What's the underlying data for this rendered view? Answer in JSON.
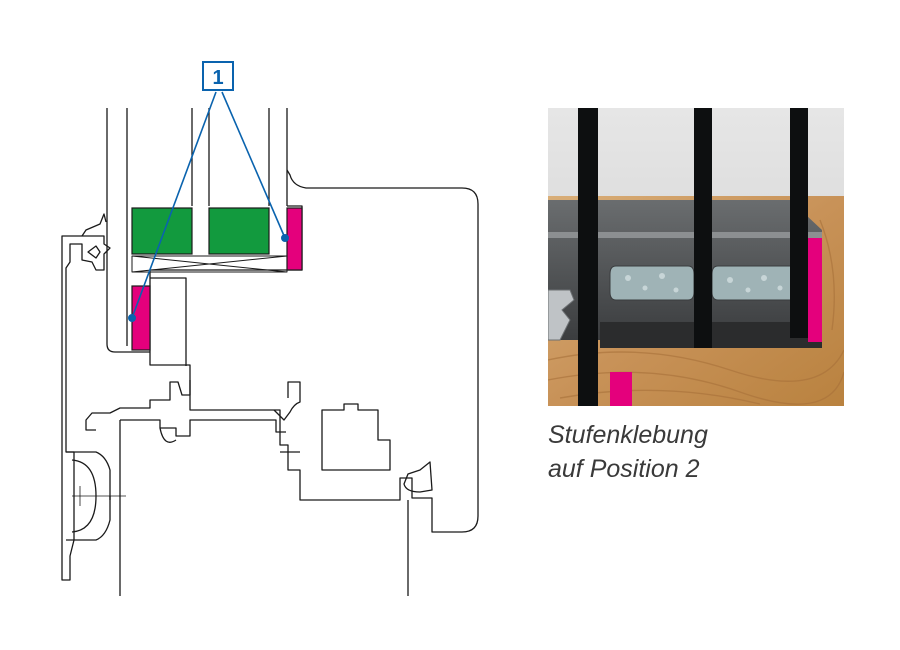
{
  "callout": {
    "label": "1"
  },
  "caption": {
    "line1": "Stufenklebung",
    "line2": "auf Position 2"
  },
  "colors": {
    "adhesive": "#e4007c",
    "spacer": "#129a3e",
    "callout": "#0a63ae",
    "outline": "#1a1a1a"
  }
}
